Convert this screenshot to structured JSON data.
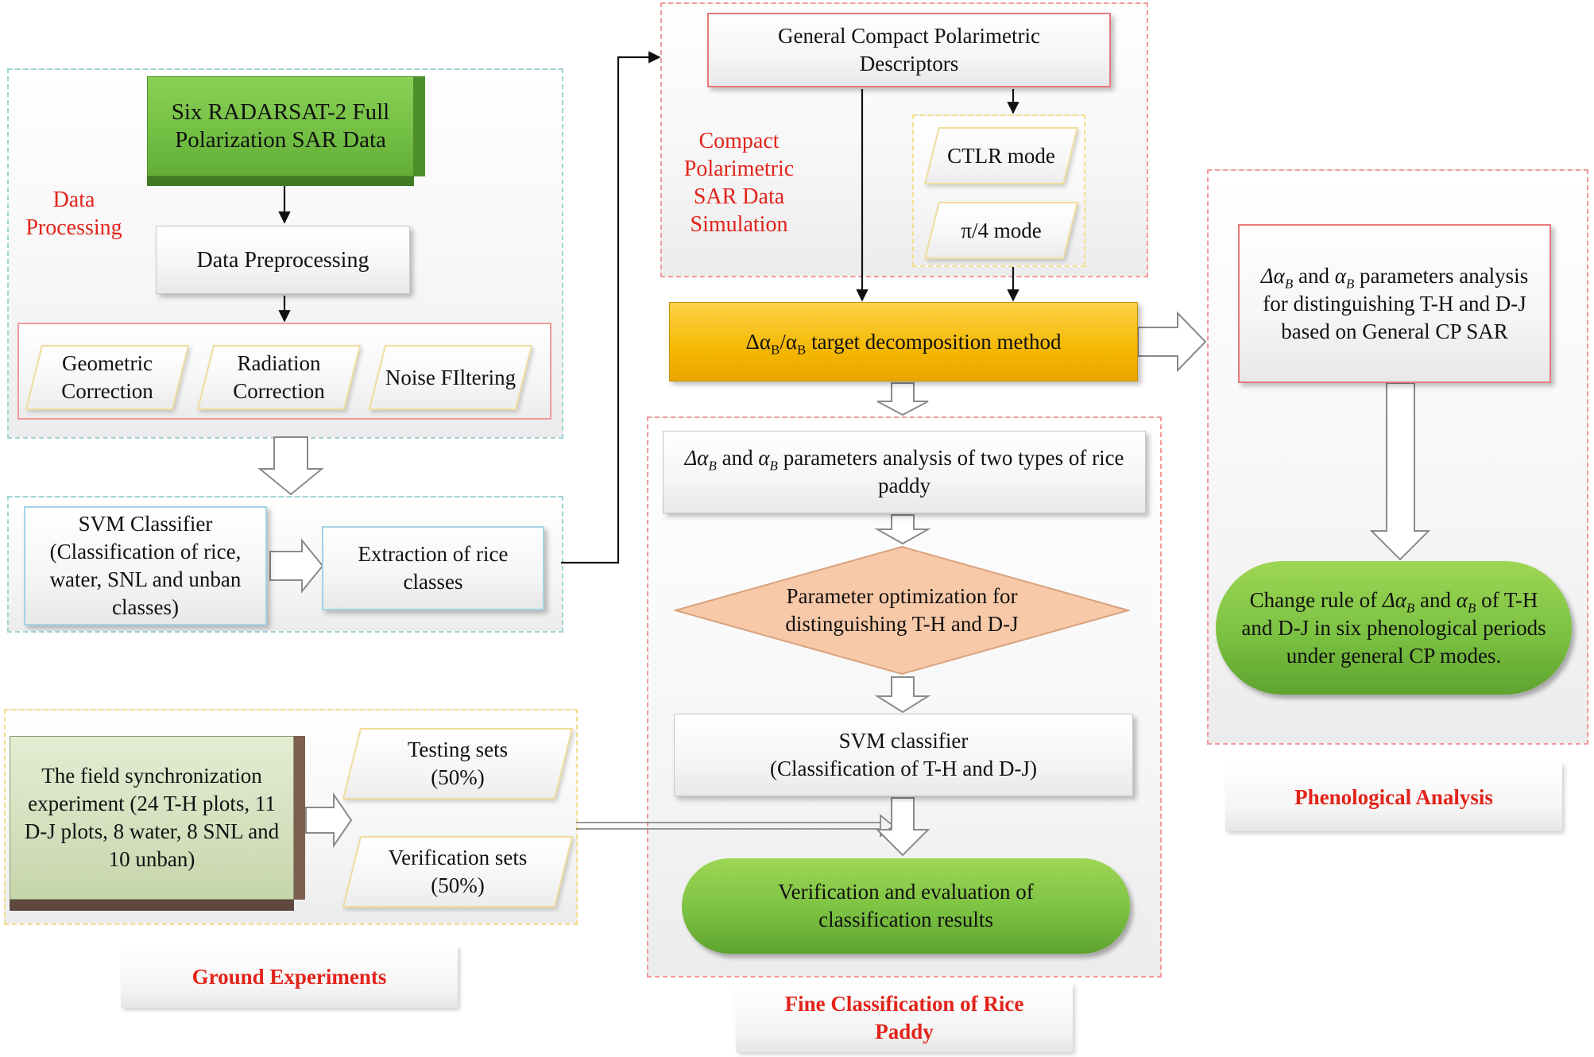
{
  "sections": {
    "data_processing": "Data Processing",
    "compact_sim": "Compact Polarimetric SAR Data Simulation",
    "ground_experiments": "Ground Experiments",
    "fine_classification": "Fine Classification of Rice Paddy",
    "phenological_analysis": "Phenological Analysis"
  },
  "nodes": {
    "radarsat": "Six  RADARSAT-2 Full Polarization SAR Data",
    "preprocessing": "Data Preprocessing",
    "geometric": "Geometric Correction",
    "radiation": "Radiation Correction",
    "noise": "Noise FIltering",
    "svm_title": "SVM Classifier",
    "svm_detail": "(Classification of rice, water,  SNL and  unban classes)",
    "extraction": "Extraction of rice classes",
    "general_cp": "General Compact Polarimetric Descriptors",
    "ctlr": "CTLR mode",
    "pi4": "π/4 mode",
    "decomp_suffix": " target decomposition method",
    "params_rice_mid": " parameters analysis of two types of rice paddy",
    "optimization": "Parameter optimization for distinguishing T-H and D-J",
    "svm_th_title": "SVM classifier",
    "svm_th_detail": "(Classification of T-H and D-J)",
    "verification_eval": "Verification and evaluation of classification results",
    "field": "The field synchronization experiment (24 T-H plots, 11 D-J plots, 8 water, 8 SNL and 10 unban)",
    "testing": "Testing sets (50%)",
    "verification_sets": "Verification sets (50%)",
    "params_general_mid": " parameters analysis for distinguishing T-H and D-J based on General CP SAR",
    "change_rule_pre": "Change rule of ",
    "change_rule_post": " of T-H and D-J in six phenological periods under general CP modes."
  },
  "symbols": {
    "delta_alpha": "Δα",
    "alpha": "α",
    "sub": "B",
    "and": " and ",
    "slash": "/"
  },
  "colors": {
    "title_red": "#e2231a",
    "green_box": "#72bf44",
    "orange_box": "#f5b800",
    "diamond": "#f8c9a8",
    "pill_green": "#7cc242",
    "field_box": "#d3dfbd"
  }
}
